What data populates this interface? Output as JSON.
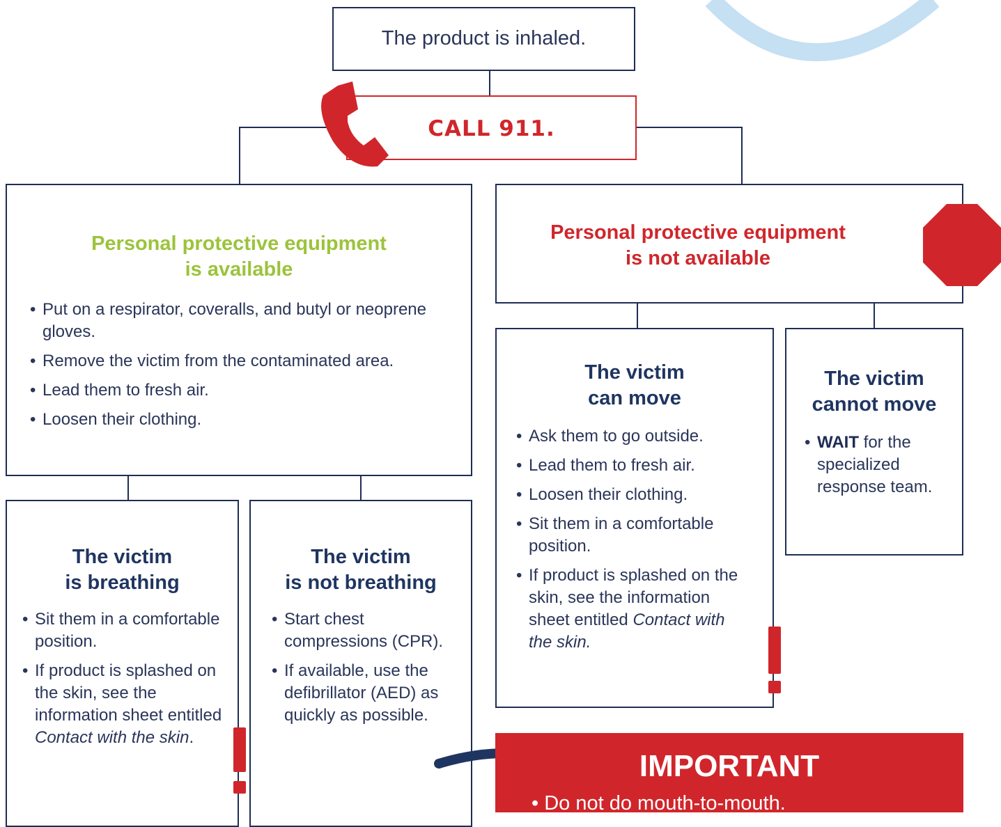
{
  "top_box": "The product is inhaled.",
  "call_box": "CALL 911.",
  "ppe_available": {
    "title_line1": "Personal protective equipment",
    "title_line2": "is available",
    "items": [
      "Put on a respirator, coveralls, and butyl or neoprene gloves.",
      "Remove the victim from the contaminated area.",
      "Lead them to fresh air.",
      "Loosen their clothing."
    ]
  },
  "ppe_not_available": {
    "title_line1": "Personal protective equipment",
    "title_line2": "is not available"
  },
  "breathing": {
    "title_line1": "The victim",
    "title_line2": "is breathing",
    "item1": "Sit them in a comfortable position.",
    "item2_prefix": "If product is splashed on the skin, see the information sheet entitled ",
    "item2_emph": "Contact with the skin",
    "item2_suffix": "."
  },
  "not_breathing": {
    "title_line1": "The victim",
    "title_line2": "is not breathing",
    "items": [
      "Start chest compressions (CPR).",
      "If available, use the defibrillator (AED) as quickly as possible."
    ]
  },
  "can_move": {
    "title_line1": "The victim",
    "title_line2": "can move",
    "items": [
      "Ask them to go outside.",
      "Lead them to fresh air.",
      "Loosen their clothing.",
      "Sit them in a comfortable position."
    ],
    "item5_prefix": "If product is splashed on the skin, see the information sheet entitled ",
    "item5_emph": "Contact with the skin."
  },
  "cannot_move": {
    "title_line1": "The victim",
    "title_line2": "cannot move",
    "item_strong": "WAIT",
    "item_rest": " for the specialized response team."
  },
  "important": {
    "title": "IMPORTANT",
    "item1": "Do not do mouth-to-mouth."
  },
  "colors": {
    "navy": "#1f2d55",
    "red": "#d0262b",
    "green": "#9cc33b",
    "light_blue": "#c5dff3"
  },
  "icons": [
    "phone-icon",
    "stop-sign-icon",
    "exclamation-icon",
    "curved-arrow-icon",
    "circle-decoration"
  ]
}
